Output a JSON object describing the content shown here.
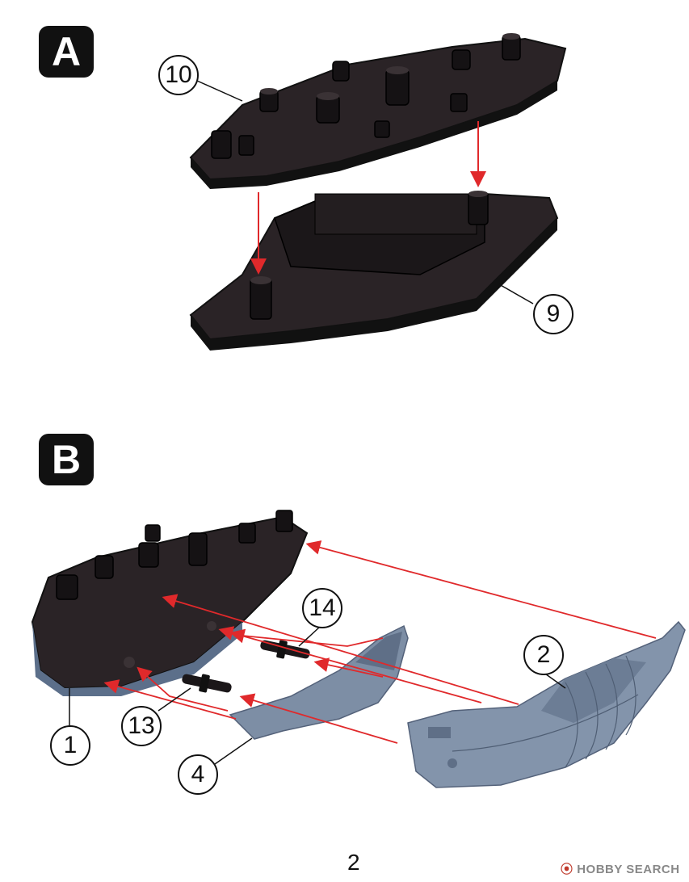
{
  "steps": [
    {
      "id": "A",
      "label": "A"
    },
    {
      "id": "B",
      "label": "B"
    }
  ],
  "callouts": {
    "part_10": "10",
    "part_9": "9",
    "part_14": "14",
    "part_2": "2",
    "part_13": "13",
    "part_1": "1",
    "part_4": "4"
  },
  "page_number": "2",
  "watermark": {
    "mark": "⦿",
    "text": "HOBBY SEARCH"
  },
  "colors": {
    "dark_plastic": "#1e1a1c",
    "grey_plastic": "#7d8ea5",
    "arrow": "#e0292b"
  }
}
